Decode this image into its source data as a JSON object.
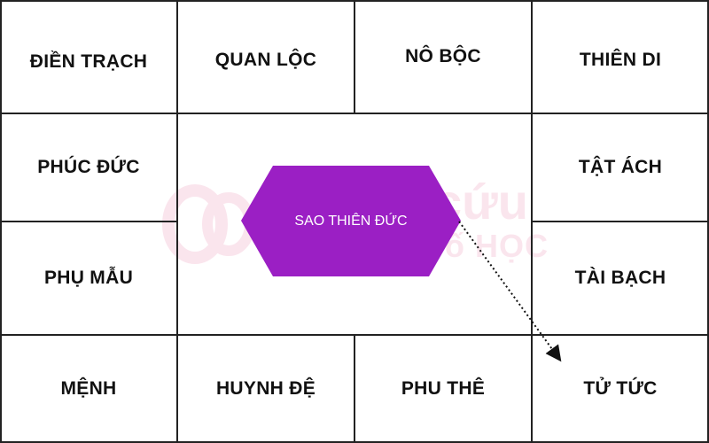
{
  "palaces": {
    "dien_trach": "ĐIỀN TRẠCH",
    "quan_loc": "QUAN LỘC",
    "no_boc": "NÔ BỘC",
    "thien_di": "THIÊN DI",
    "phuc_duc": "PHÚC ĐỨC",
    "tat_ach": "TẬT ÁCH",
    "phu_mau": "PHỤ MẪU",
    "tai_bach": "TÀI BẠCH",
    "menh": "MỆNH",
    "huynh_de": "HUYNH ĐỆ",
    "phu_the": "PHU THÊ",
    "tu_tuc": "TỬ TỨC"
  },
  "center": {
    "label": "SAO THIÊN ĐỨC",
    "fill": "#9b1fc4"
  },
  "watermark": {
    "line1": "cứu",
    "line2": "ố HỌC",
    "color": "#f6c6d9"
  },
  "colors": {
    "border": "#222222",
    "text": "#111111",
    "arrow": "#111111"
  }
}
